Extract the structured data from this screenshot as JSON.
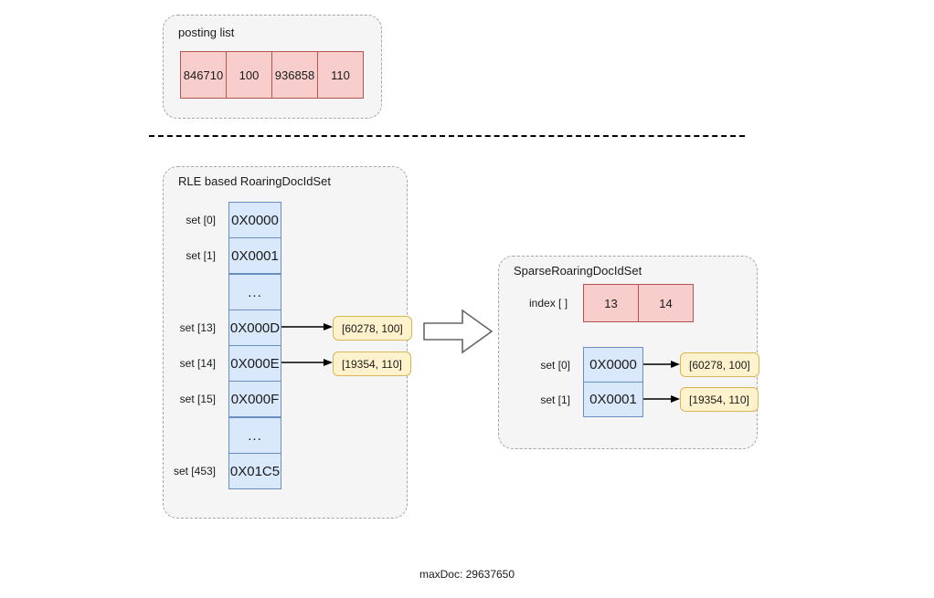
{
  "posting_list": {
    "title": "posting list",
    "cells": [
      "846710",
      "100",
      "936858",
      "110"
    ]
  },
  "divider": {
    "name": "dashed-divider"
  },
  "rle_panel": {
    "title": "RLE based RoaringDocIdSet",
    "rows": [
      {
        "label": "set [0]",
        "value": "0X0000",
        "ellipsis": false,
        "pointer": null
      },
      {
        "label": "set [1]",
        "value": "0X0001",
        "ellipsis": false,
        "pointer": null
      },
      {
        "label": "",
        "value": "...",
        "ellipsis": true,
        "pointer": null
      },
      {
        "label": "set [13]",
        "value": "0X000D",
        "ellipsis": false,
        "pointer": "[60278, 100]"
      },
      {
        "label": "set [14]",
        "value": "0X000E",
        "ellipsis": false,
        "pointer": "[19354, 110]"
      },
      {
        "label": "set [15]",
        "value": "0X000F",
        "ellipsis": false,
        "pointer": null
      },
      {
        "label": "",
        "value": "...",
        "ellipsis": true,
        "pointer": null
      },
      {
        "label": "set [453]",
        "value": "0X01C5",
        "ellipsis": false,
        "pointer": null
      }
    ]
  },
  "transform_arrow": {
    "name": "block-arrow-right"
  },
  "sparse_panel": {
    "title": "SparseRoaringDocIdSet",
    "index_label": "index [ ]",
    "index_cells": [
      "13",
      "14"
    ],
    "rows": [
      {
        "label": "set [0]",
        "value": "0X0000",
        "pointer": "[60278, 100]"
      },
      {
        "label": "set [1]",
        "value": "0X0001",
        "pointer": "[19354, 110]"
      }
    ]
  },
  "footer": {
    "text": "maxDoc: 29637650"
  },
  "colors": {
    "pink_fill": "#f8cecc",
    "pink_border": "#b85450",
    "blue_fill": "#dae8fc",
    "blue_border": "#6c8ebf",
    "orange_fill": "#fff2cc",
    "orange_border": "#d6b656",
    "panel_fill": "#f5f5f5",
    "panel_border": "#a6a6a6",
    "text": "#1a1a1a"
  }
}
